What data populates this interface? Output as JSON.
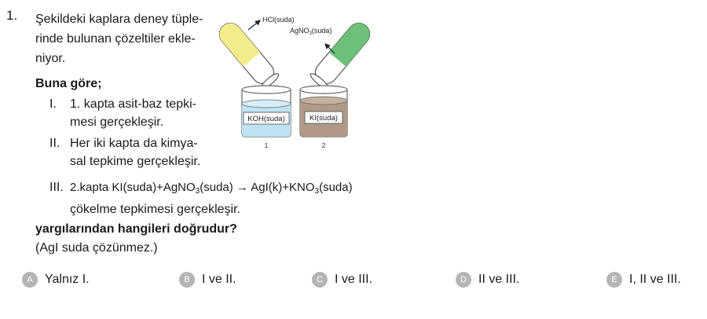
{
  "question": {
    "number": "1.",
    "stem_lines": [
      "Şekildeki kaplara deney tüple-",
      "rinde bulunan çözeltiler ekle-",
      "niyor."
    ],
    "lead": "Buna göre;",
    "statements": [
      {
        "roman": "I.",
        "lines": [
          "1. kapta asit-baz tepki-",
          "mesi gerçekleşir."
        ]
      },
      {
        "roman": "II.",
        "lines": [
          "Her iki kapta da kimya-",
          "sal tepkime gerçekleşir."
        ]
      },
      {
        "roman": "III.",
        "prefix": "2.kapta KI(suda)+AgNO",
        "sub1": "3",
        "mid": "(suda) → AgI(k)+KNO",
        "sub2": "3",
        "suffix": "(suda)",
        "line2": "çökelme tepkimesi gerçekleşir."
      }
    ],
    "question_text": "yargılarından hangileri doğrudur?",
    "note": "(AgI suda çözünmez.)"
  },
  "figure": {
    "tube1_label": "HCl(suda)",
    "tube2_label_main": "AgNO",
    "tube2_label_sub": "3",
    "tube2_label_end": "(suda)",
    "beaker1_label": "KOH(suda)",
    "beaker2_label": "KI(suda)",
    "beaker1_number": "1",
    "beaker2_number": "2",
    "colors": {
      "tube1": "#f3ec8a",
      "tube2": "#6cc07a",
      "beaker1": "#bfe3f2",
      "beaker2": "#b09a87"
    }
  },
  "options": [
    {
      "letter": "A",
      "text": "Yalnız I."
    },
    {
      "letter": "B",
      "text": "I ve II."
    },
    {
      "letter": "C",
      "text": "I ve III."
    },
    {
      "letter": "D",
      "text": "II ve III."
    },
    {
      "letter": "E",
      "text": "I, II ve III."
    }
  ]
}
